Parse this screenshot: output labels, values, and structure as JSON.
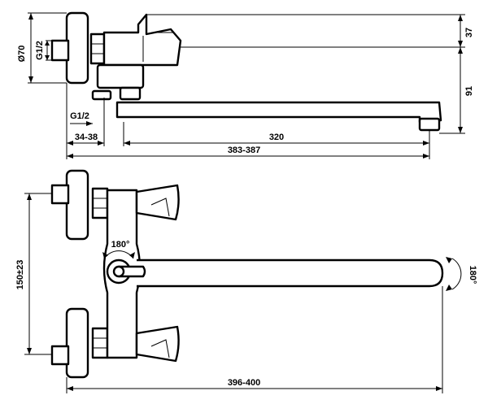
{
  "top_view": {
    "dim_right_upper": "37",
    "dim_right_lower": "91",
    "dim_left_diameter": "Ø70",
    "dim_left_thread": "G1/2",
    "dim_bottom_thread": "G1/2",
    "dim_offset": "34-38",
    "dim_spout": "320",
    "dim_total": "383-387"
  },
  "bottom_view": {
    "dim_center": "150±23",
    "dim_rotation_switch": "180°",
    "dim_rotation_spout": "180°",
    "dim_total": "396-400"
  }
}
